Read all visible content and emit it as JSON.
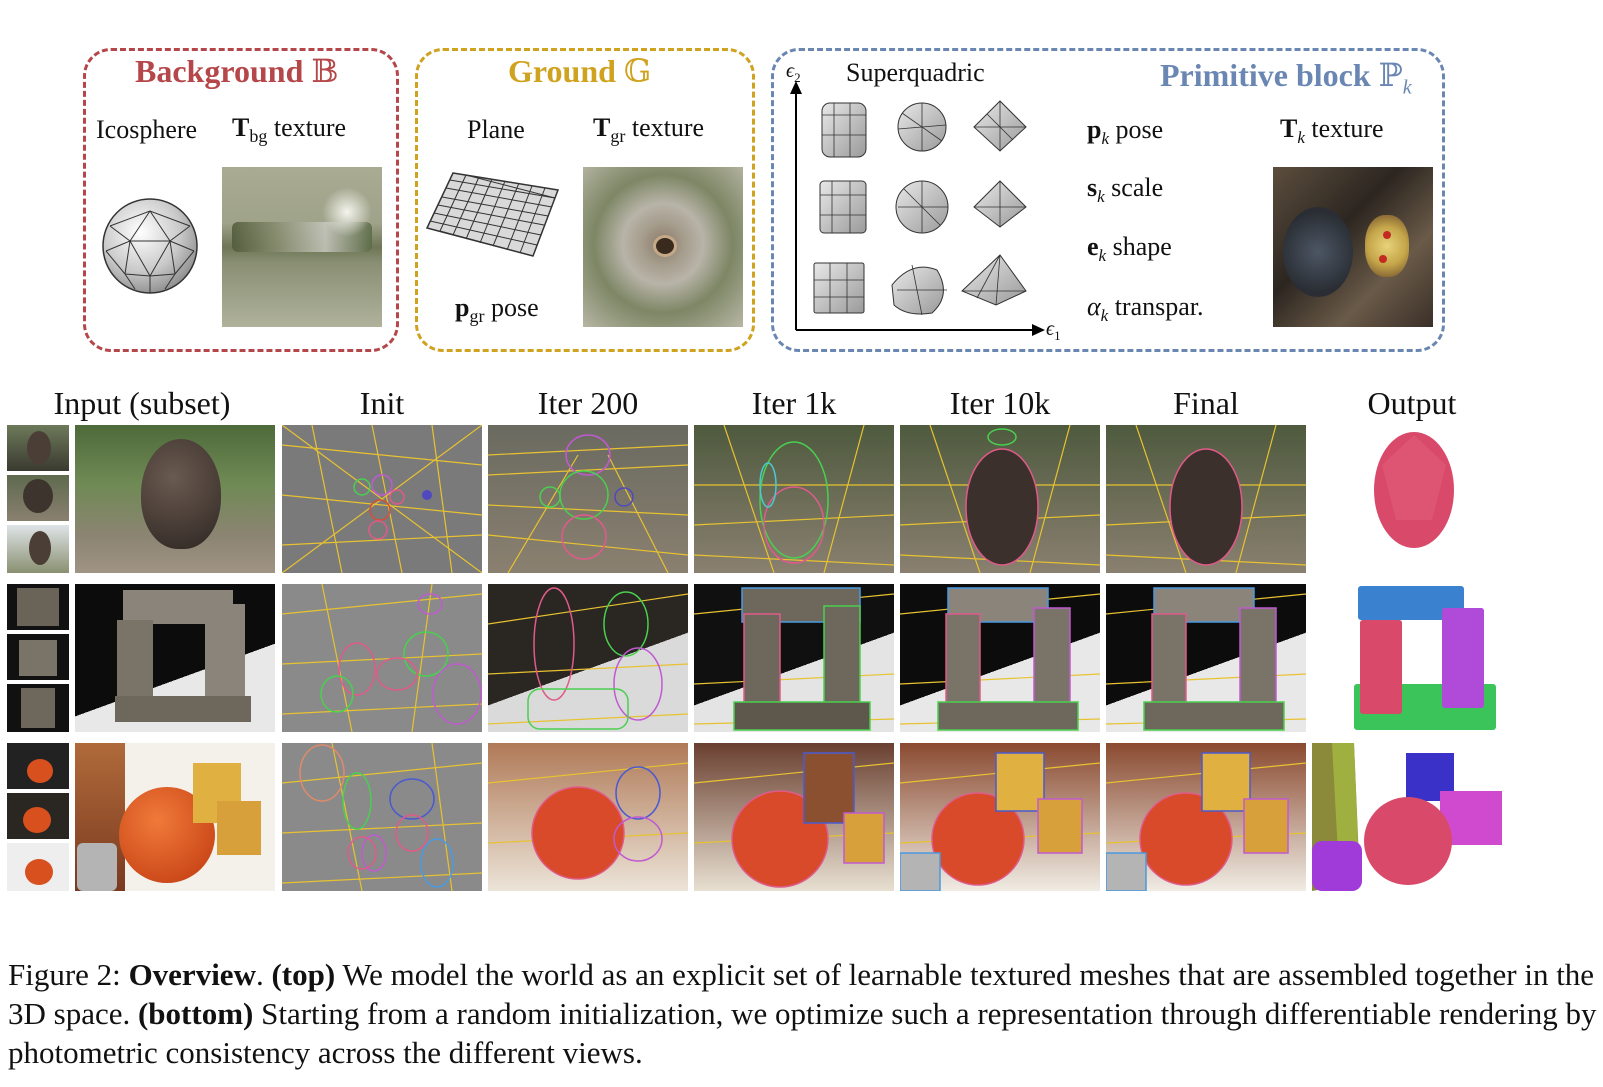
{
  "figure": {
    "panels": {
      "background": {
        "title": "Background",
        "title_symbol": "𝔹",
        "label_mesh": "Icosphere",
        "tex_bold": "T",
        "tex_sub": "bg",
        "tex_word": "texture",
        "color": "#b5474a"
      },
      "ground": {
        "title": "Ground",
        "title_symbol": "𝔾",
        "label_mesh": "Plane",
        "tex_bold": "T",
        "tex_sub": "gr",
        "tex_word": "texture",
        "pose_bold": "p",
        "pose_sub": "gr",
        "pose_word": "pose",
        "color": "#cfa21f"
      },
      "primitive": {
        "title": "Primitive block",
        "title_symbol": "ℙ",
        "title_sub": "k",
        "axis_y": "ϵ",
        "axis_y_sub": "2",
        "axis_x": "ϵ",
        "axis_x_sub": "1",
        "superquadric_label": "Superquadric",
        "params": [
          {
            "sym": "p",
            "sub": "k",
            "word": "pose"
          },
          {
            "sym": "s",
            "sub": "k",
            "word": "scale"
          },
          {
            "sym": "e",
            "sub": "k",
            "word": "shape"
          },
          {
            "sym": "α",
            "sub": "k",
            "word": "transpar."
          }
        ],
        "tex_bold": "T",
        "tex_sub": "k",
        "tex_word": "texture",
        "color": "#6a87b3"
      }
    },
    "column_headers": [
      "Input (subset)",
      "Init",
      "Iter 200",
      "Iter 1k",
      "Iter 10k",
      "Final",
      "Output"
    ],
    "caption": {
      "prefix": "Figure 2: ",
      "bold1": "Overview",
      "text1": ". ",
      "bold2": "(top)",
      "text2": " We model the world as an explicit set of learnable textured meshes that are assembled together in the 3D space. ",
      "bold3": "(bottom)",
      "text3": " Starting from a random initialization, we optimize such a representation through differentiable rendering by photometric consistency across the different views."
    }
  }
}
